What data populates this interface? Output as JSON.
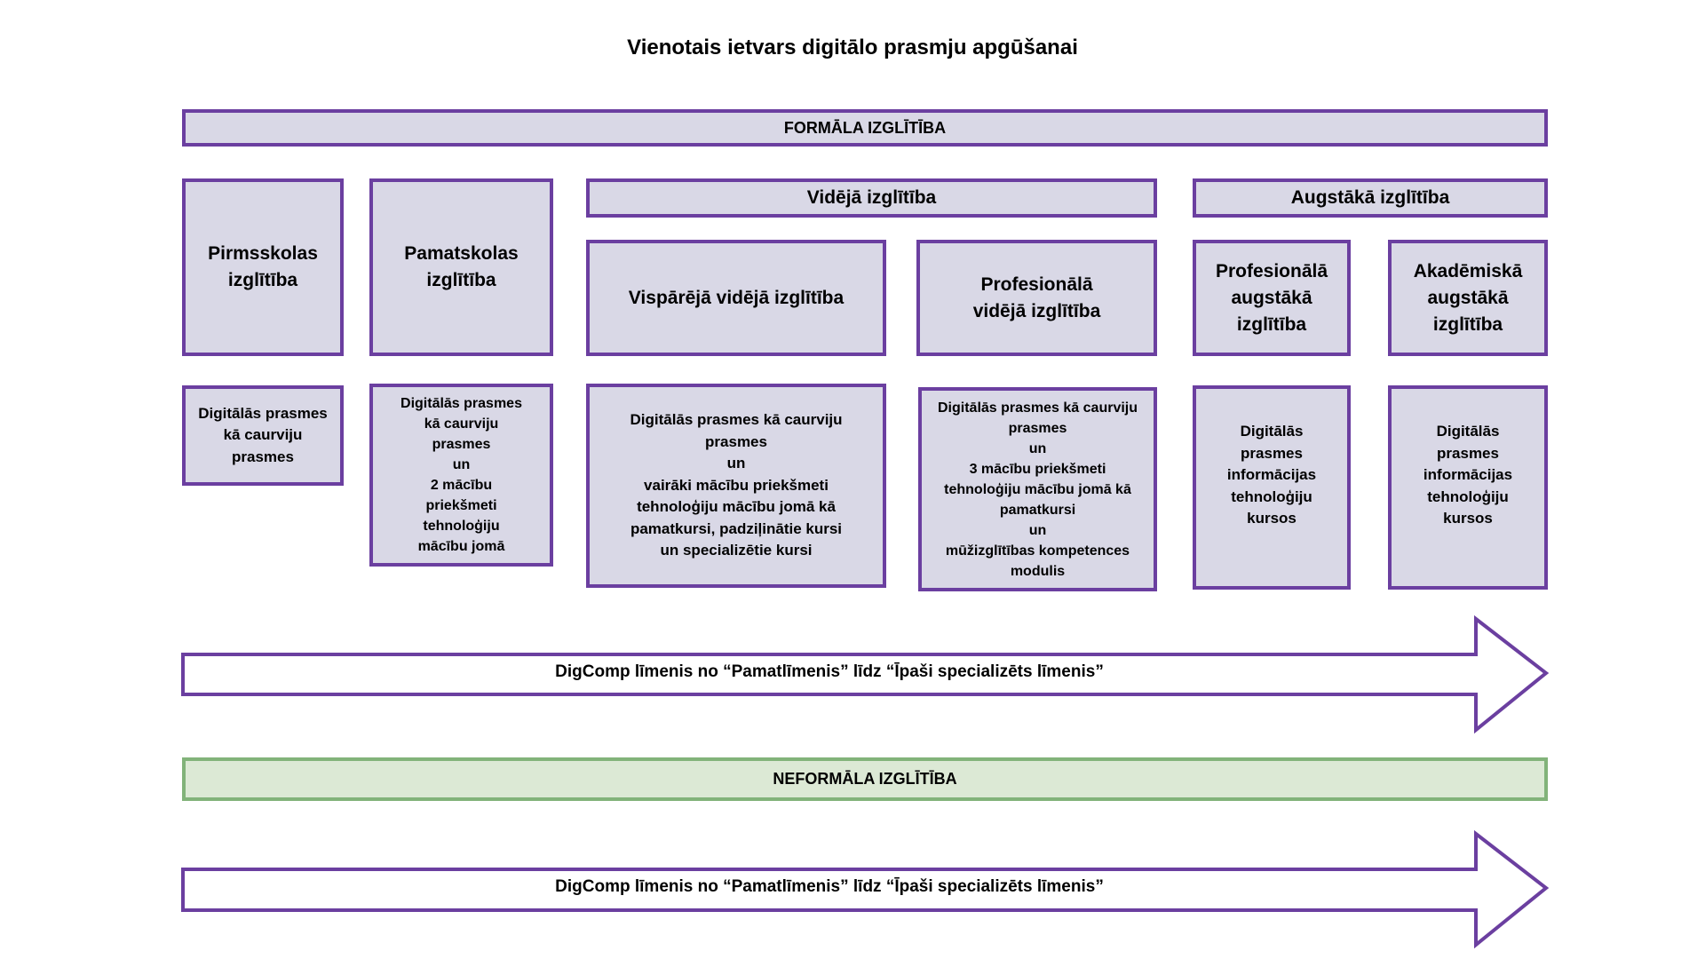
{
  "title": "Vienotais ietvars digitālo prasmju apgūšanai",
  "formal_band": "FORMĀLA IZGLĪTĪBA",
  "groups": {
    "secondary": "Vidējā izglītība",
    "higher": "Augstākā izglītība"
  },
  "levels": [
    {
      "lines": [
        "Pirmsskolas",
        "izglītība"
      ]
    },
    {
      "lines": [
        "Pamatskolas",
        "izglītība"
      ]
    },
    {
      "lines": [
        "Vispārējā vidējā izglītība"
      ]
    },
    {
      "lines": [
        "Profesionālā",
        "vidējā izglītība"
      ]
    },
    {
      "lines": [
        "Profesionālā",
        "augstākā",
        "izglītība"
      ]
    },
    {
      "lines": [
        "Akadēmiskā",
        "augstākā",
        "izglītība"
      ]
    }
  ],
  "descriptions": [
    {
      "lines": [
        "Digitālās prasmes",
        "kā caurviju",
        "prasmes"
      ]
    },
    {
      "lines": [
        "Digitālās prasmes",
        "kā caurviju",
        "prasmes",
        "un",
        "2 mācību",
        "priekšmeti",
        "tehnoloģiju",
        "mācību jomā"
      ]
    },
    {
      "lines": [
        "Digitālās prasmes kā caurviju",
        "prasmes",
        "un",
        "vairāki mācību priekšmeti",
        "tehnoloģiju mācību jomā kā",
        "pamatkursi, padziļinātie kursi",
        "un specializētie kursi"
      ]
    },
    {
      "lines": [
        "Digitālās prasmes kā caurviju",
        "prasmes",
        "un",
        "3 mācību priekšmeti",
        "tehnoloģiju mācību jomā kā",
        "pamatkursi",
        "un",
        "mūžizglītības kompetences",
        "modulis"
      ]
    },
    {
      "lines": [
        "Digitālās",
        "prasmes",
        "informācijas",
        "tehnoloģiju",
        "kursos"
      ]
    },
    {
      "lines": [
        "Digitālās",
        "prasmes",
        "informācijas",
        "tehnoloģiju",
        "kursos"
      ]
    }
  ],
  "formal_arrow": "DigComp līmenis no “Pamatlīmenis” līdz “Īpaši specializēts līmenis”",
  "nonformal_band": "NEFORMĀLA IZGLĪTĪBA",
  "nonformal_arrow": "DigComp līmenis no “Pamatlīmenis” līdz “Īpaši specializēts līmenis”",
  "colors": {
    "border": "#6b3fa0",
    "box_fill": "#d9d8e6",
    "nonformal_fill": "#dce9d5",
    "nonformal_border": "#82b37a"
  }
}
